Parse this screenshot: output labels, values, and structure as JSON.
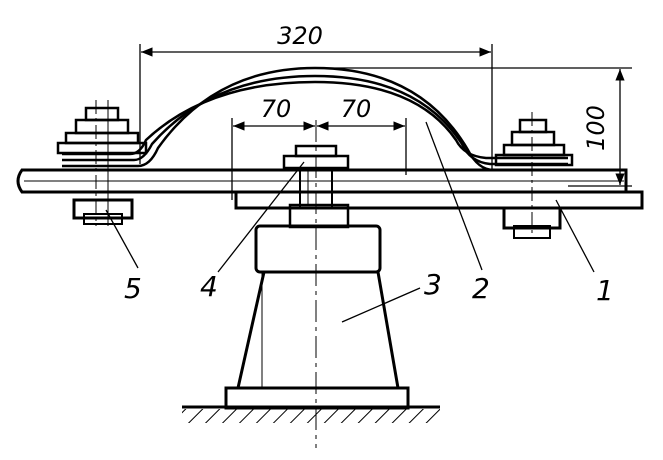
{
  "dimensions": {
    "width": "320",
    "left_offset": "70",
    "right_offset": "70",
    "height": "100"
  },
  "callouts": [
    "1",
    "2",
    "3",
    "4",
    "5"
  ]
}
